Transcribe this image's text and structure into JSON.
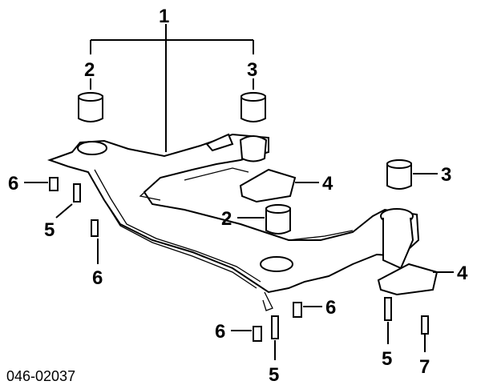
{
  "diagram": {
    "code": "046-02037",
    "callouts": {
      "c1": "1",
      "c2_top": "2",
      "c3_top": "3",
      "c6_left": "6",
      "c5_left": "5",
      "c6_left_low": "6",
      "c2_mid": "2",
      "c4_mid": "4",
      "c3_right": "3",
      "c4_right": "4",
      "c6_bottom_right": "6",
      "c6_bottom_left": "6",
      "c5_bottom": "5",
      "c5_right": "5",
      "c7": "7"
    }
  }
}
